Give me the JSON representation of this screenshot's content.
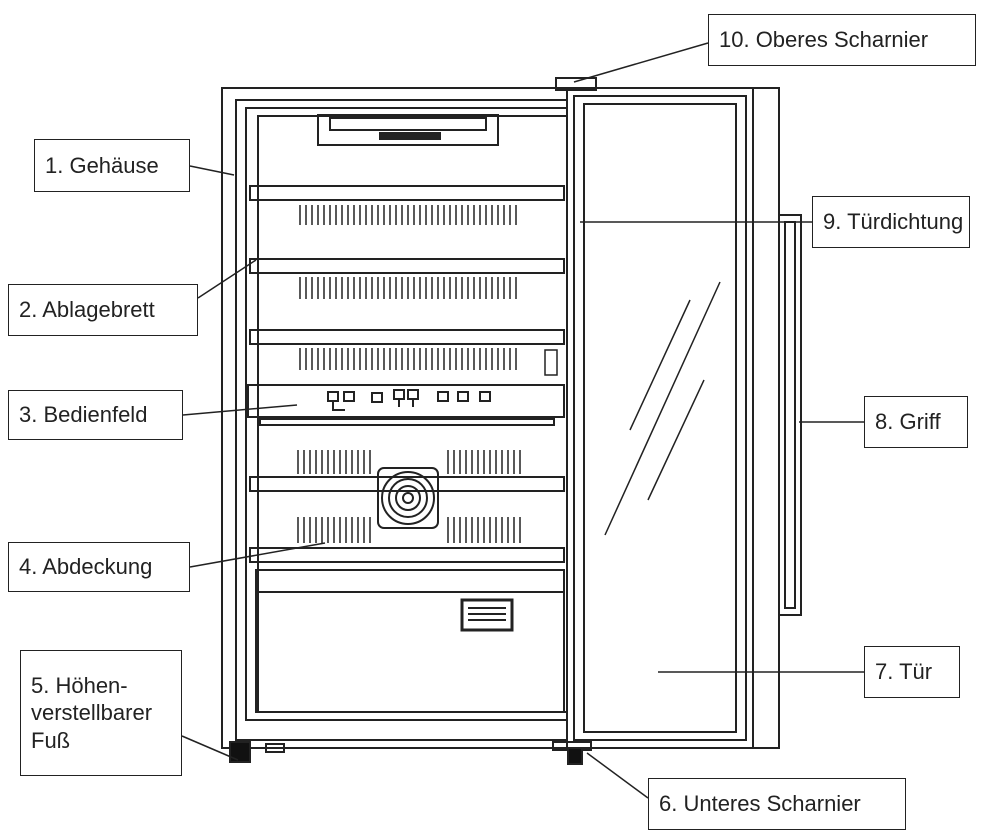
{
  "labels": {
    "gehaeuse": "1. Gehäuse",
    "ablagebrett": "2. Ablagebrett",
    "bedienfeld": "3. Bedienfeld",
    "abdeckung": "4. Abdeckung",
    "fuss_line1": "5. Höhen-",
    "fuss_line2": "verstellbarer",
    "fuss_line3": "Fuß",
    "unteres_scharnier": "6. Unteres Scharnier",
    "tuer": "7. Tür",
    "griff": "8. Griff",
    "tuerdichtung": "9. Türdichtung",
    "oberes_scharnier": "10. Oberes Scharnier"
  },
  "colors": {
    "line": "#222222",
    "fill": "#ffffff",
    "dark": "#111111"
  }
}
